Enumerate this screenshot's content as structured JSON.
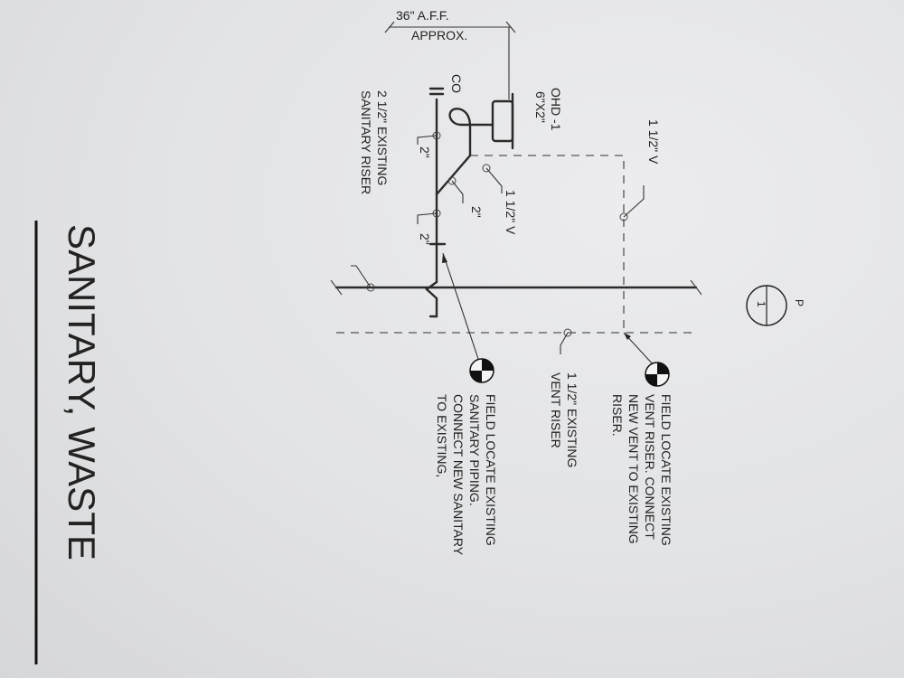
{
  "drawing": {
    "title": "SANITARY, WASTE",
    "sheet_marker": {
      "top": "P",
      "bottom": "1"
    },
    "dimension_label": [
      "36\" A.F.F.",
      "APPROX."
    ],
    "fixture_label": [
      "OHD -1",
      "6\"X2\""
    ],
    "cleanout_label": "CO",
    "pipe_sizes": {
      "vent_top": "1 1/2\" V",
      "vent_branch": "1 1/2\" V",
      "waste_a": "2\"",
      "waste_b": "2\"",
      "waste_c": "2\""
    },
    "riser_labels": {
      "existing_sanitary": [
        "2 1/2\" EXISTING",
        "SANITARY RISER"
      ],
      "existing_vent": [
        "1 1/2\" EXISTING",
        "VENT RISER"
      ]
    },
    "notes": {
      "vent_note": [
        "FIELD LOCATE EXISTING",
        "VENT RISER. CONNECT",
        "NEW VENT TO EXISTING",
        "RISER."
      ],
      "sanitary_note": [
        "FIELD LOCATE EXISTING",
        "SANITARY PIPING.",
        "CONNECT NEW SANITARY",
        "TO EXISTING,"
      ]
    }
  }
}
